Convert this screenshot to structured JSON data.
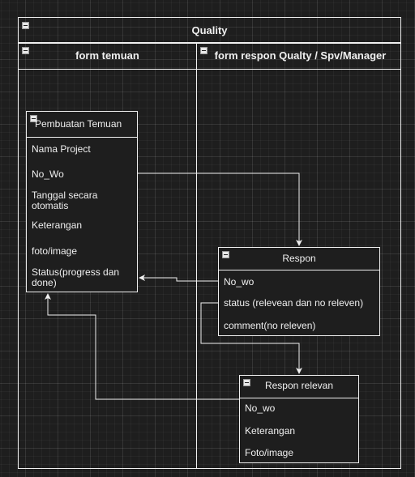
{
  "pool": {
    "title": "Quality"
  },
  "lanes": [
    {
      "title": "form temuan"
    },
    {
      "title": "form respon Qualty / Spv/Manager"
    }
  ],
  "pembuatan_temuan": {
    "title": "Pembuatan Temuan",
    "fields": [
      "Nama Project",
      "No_Wo",
      "Tanggal secara otomatis",
      "Keterangan",
      "foto/image",
      "Status(progress dan done)"
    ]
  },
  "respon": {
    "title": "Respon",
    "fields": [
      "No_wo",
      "status (relevean dan no releven)",
      "comment(no releven)"
    ]
  },
  "respon_relevan": {
    "title": "Respon relevan",
    "fields": [
      "No_wo",
      "Keterangan",
      "Foto/image"
    ]
  },
  "colors": {
    "background": "#1e1e1e",
    "stroke": "#f0f0f0"
  }
}
